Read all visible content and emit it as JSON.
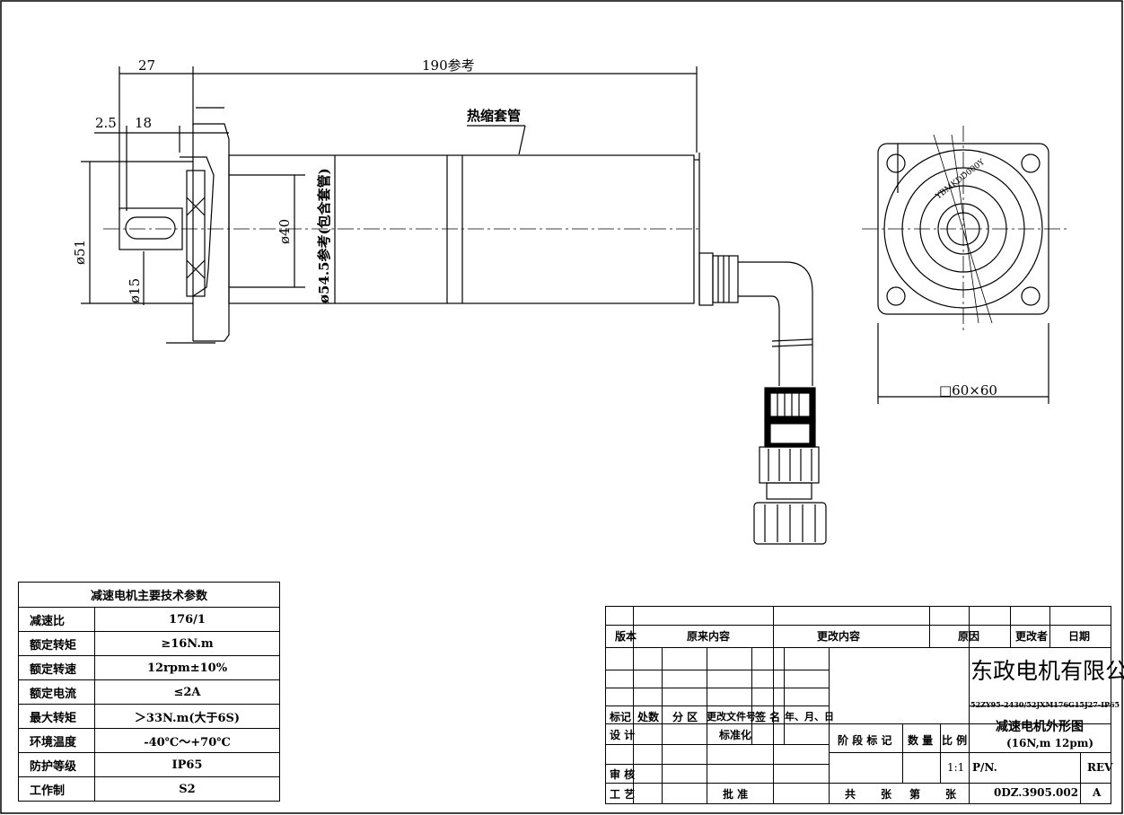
{
  "dimensions": {
    "d27": "27",
    "d190": "190参考",
    "d2_5": "2.5",
    "d18": "18",
    "heat_shrink": "热缩套管",
    "phi51": "ø51",
    "phi40": "ø40",
    "phi15": "ø15",
    "phi54": "ø54.5参考(包含套管)",
    "sq60": "□60×60",
    "stamp": "YBMKDD000Y"
  },
  "params": {
    "title": "减速电机主要技术参数",
    "rows": [
      {
        "k": "减速比",
        "v": "176/1"
      },
      {
        "k": "额定转矩",
        "v": "≥16N.m"
      },
      {
        "k": "额定转速",
        "v": "12rpm±10%"
      },
      {
        "k": "额定电流",
        "v": "≤2A"
      },
      {
        "k": "最大转矩",
        "v": "＞33N.m(大于6S)"
      },
      {
        "k": "环境温度",
        "v": "-40℃～+70℃"
      },
      {
        "k": "防护等级",
        "v": "IP65"
      },
      {
        "k": "工作制",
        "v": "S2"
      }
    ]
  },
  "title_block": {
    "version": "版本",
    "original": "原来内容",
    "changed": "更改内容",
    "reason": "原因",
    "changer": "更改者",
    "date": "日期",
    "mark": "标记",
    "count": "处数",
    "zone": "分 区",
    "doc_no": "更改文件号",
    "sign": "签 名",
    "ymd": "年、月、日",
    "design": "设 计",
    "standard": "标准化",
    "review": "审 核",
    "craft": "工 艺",
    "approve": "批 准",
    "stage": "阶 段 标 记",
    "qty": "数 量",
    "scale_label": "比 例",
    "scale": "1:1",
    "total": "共",
    "sheets": "张",
    "sheet_no": "第",
    "sheets2": "张",
    "company": "东政电机有限公司",
    "model": "52ZY95-2430/52JXM176G15J27-IP65",
    "drawing_name": "减速电机外形图",
    "spec": "(16N,m 12pm)",
    "pn": "P/N.",
    "rev": "REV",
    "drawing_no": "0DZ.3905.002",
    "rev_val": "A"
  }
}
